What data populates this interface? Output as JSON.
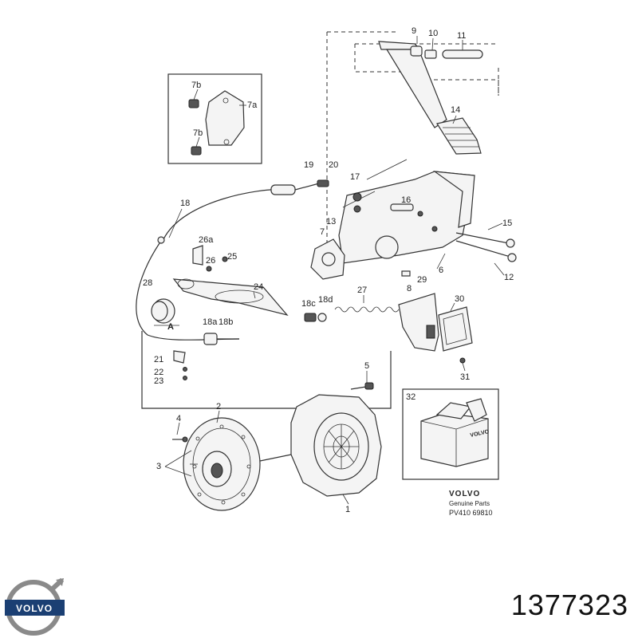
{
  "diagram": {
    "callouts": [
      "1",
      "2",
      "3",
      "4",
      "5",
      "6",
      "7",
      "7a",
      "7b",
      "7b",
      "8",
      "9",
      "10",
      "11",
      "12",
      "13",
      "14",
      "15",
      "16",
      "17",
      "18",
      "18a",
      "18b",
      "18c",
      "18d",
      "19",
      "20",
      "21",
      "22",
      "23",
      "24",
      "25",
      "26",
      "26a",
      "27",
      "28",
      "29",
      "30",
      "31",
      "32",
      "A"
    ],
    "brand": {
      "name": "VOLVO",
      "line2": "Genuine Parts",
      "code": "PV410 69810"
    },
    "box_label": "VOLVO"
  },
  "footer": {
    "logo_text": "VOLVO",
    "part_number": "1377323"
  }
}
